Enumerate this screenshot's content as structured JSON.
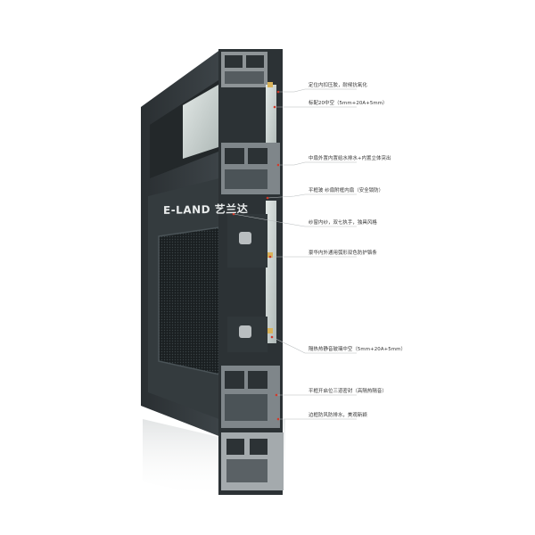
{
  "brand": {
    "logo_text": "E-LAND 艺兰达"
  },
  "callouts": [
    {
      "id": "c1",
      "text": "定位内扣压胶，耐候抗氧化"
    },
    {
      "id": "c2",
      "text": "标配20中空（5mm+20A+5mm）"
    },
    {
      "id": "c3",
      "text": "中扇外置内置给水排水+内置立体突出"
    },
    {
      "id": "c4",
      "text": "平框玻 纱扇附框内扇（安全锁防）"
    },
    {
      "id": "c5",
      "text": "纱窗内纱，双七执手，独具风格"
    },
    {
      "id": "c6",
      "text": "豪华内外通用弧形双色防护铬条"
    },
    {
      "id": "c7",
      "text": "隔热热静音玻璃中空（5mm+20A+5mm）"
    },
    {
      "id": "c8",
      "text": "平框开启位三道密封（高隔热隔音）"
    },
    {
      "id": "c9",
      "text": "边框防风防排水，美观新颖"
    }
  ],
  "colors": {
    "frame_dark": "#2f3538",
    "frame_side": "#3c4347",
    "frame_light": "#565e62",
    "glass": "#cfd6d4",
    "profile_metal": "#b9bec0",
    "callout_dot": "#d23a2a",
    "leader_line": "#b8bcbe",
    "mesh": "#1c2123"
  }
}
